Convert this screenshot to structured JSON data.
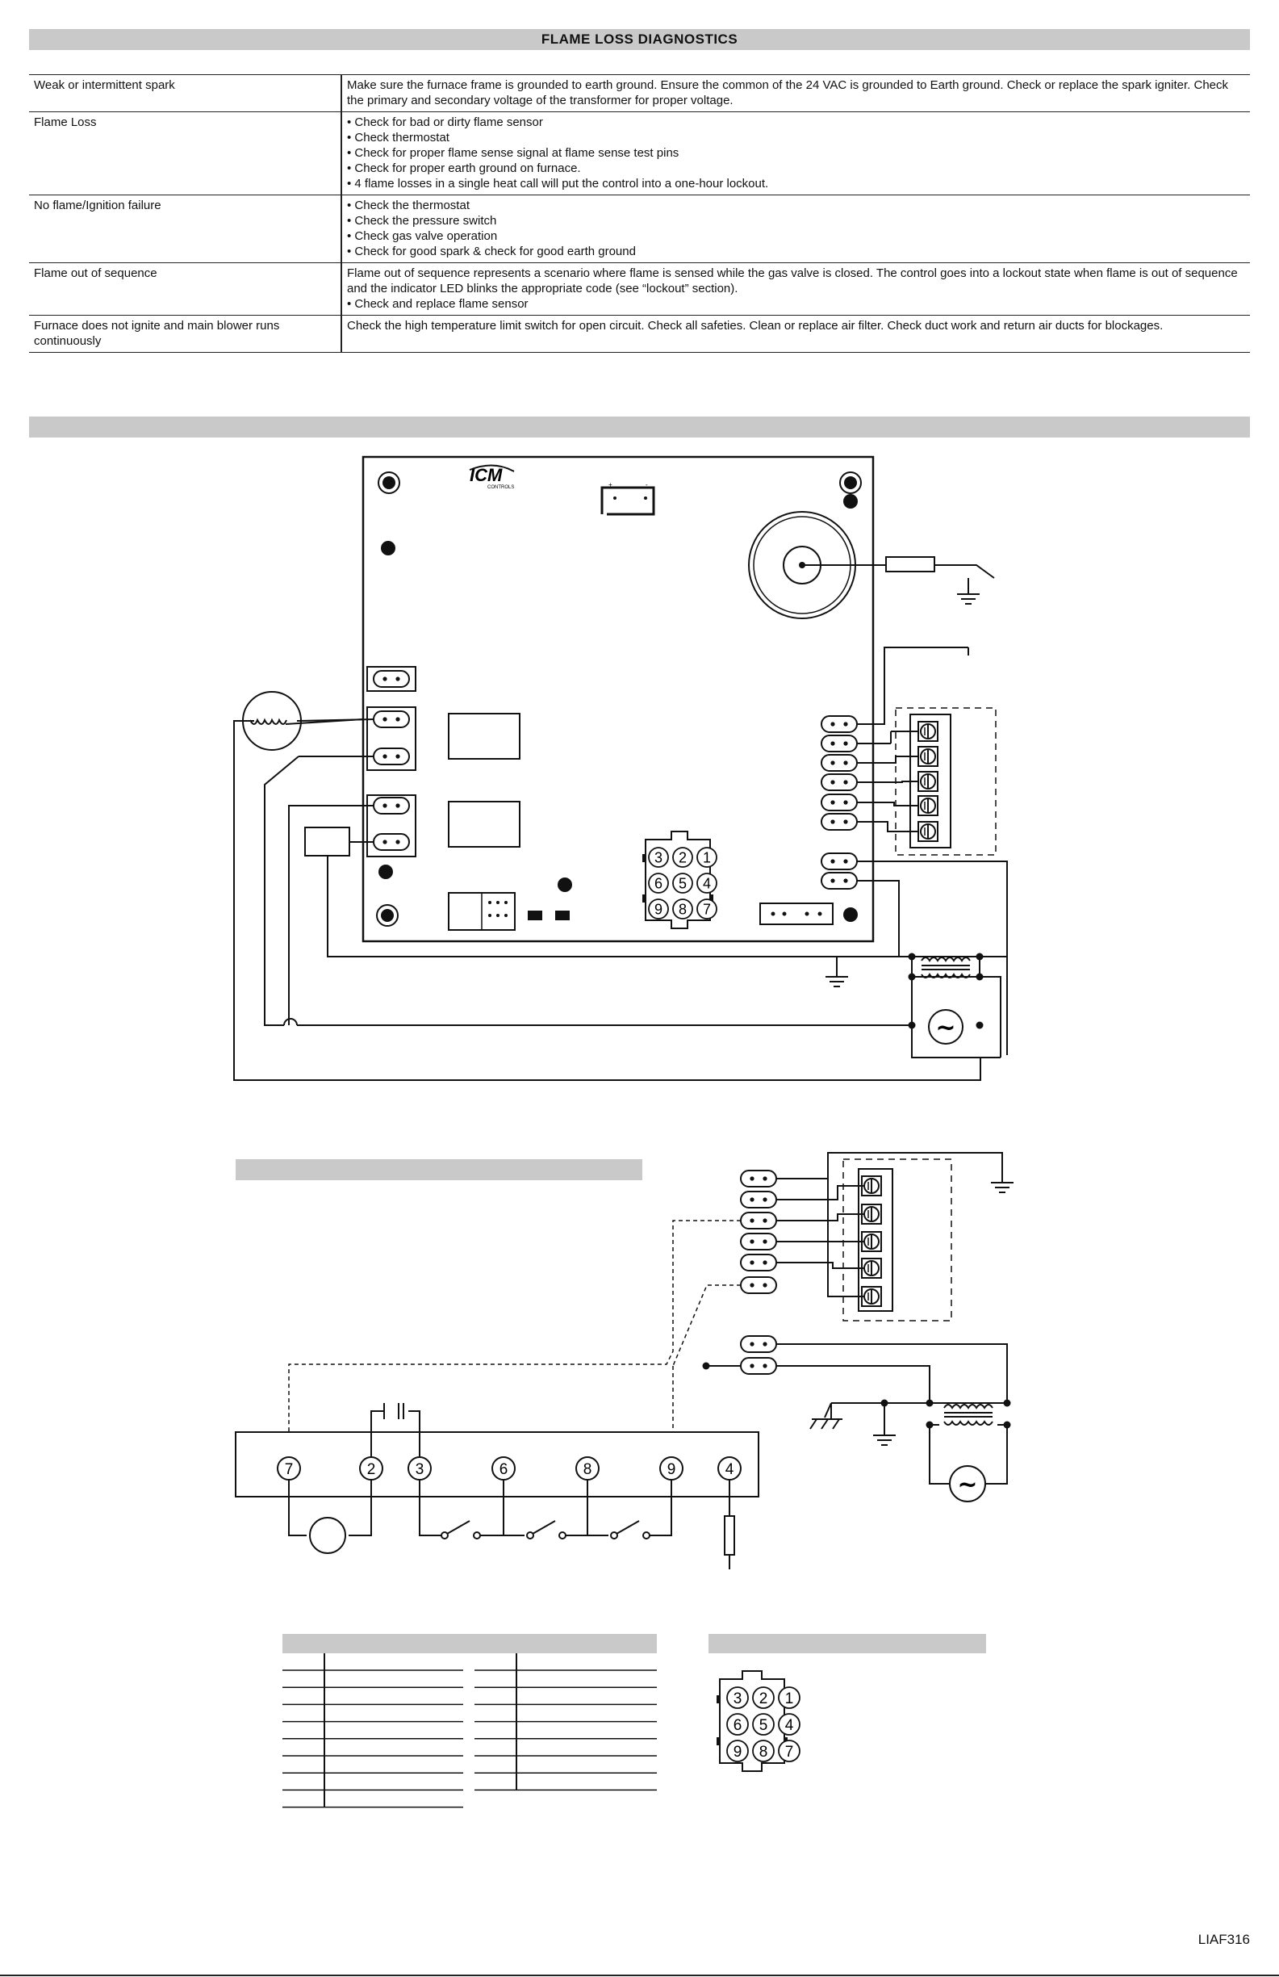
{
  "header": {
    "title": "FLAME LOSS DIAGNOSTICS"
  },
  "diagnostics": [
    {
      "symptom": "Weak or intermittent spark",
      "lines": [
        "Make sure the furnace frame is grounded to earth ground. Ensure the common of the 24 VAC is grounded to Earth ground. Check or replace the spark igniter. Check the primary and secondary voltage of the transformer for proper voltage."
      ]
    },
    {
      "symptom": "Flame Loss",
      "lines": [
        "• Check for bad or dirty flame sensor",
        "• Check thermostat",
        "• Check for proper flame sense signal at flame sense test pins",
        "• Check for proper earth ground on furnace.",
        "• 4 flame losses in a single heat call will put the control into a one-hour lockout."
      ]
    },
    {
      "symptom": "No flame/Ignition failure",
      "lines": [
        "• Check the thermostat",
        "• Check the pressure switch",
        "• Check gas valve operation",
        "• Check for good spark & check for good earth ground"
      ]
    },
    {
      "symptom": "Flame out of sequence",
      "lines": [
        "Flame out of sequence represents a scenario where flame is sensed while the gas valve is closed.  The control goes into a lockout state when flame is out of sequence and the indicator LED blinks the appropriate code (see “lockout” section).",
        "• Check and replace flame sensor"
      ]
    },
    {
      "symptom": "Furnace does not ignite and main blower runs continuously",
      "lines": [
        "Check the high temperature limit switch for open circuit.  Check all safeties. Clean or replace air filter. Check duct work and return air ducts for blockages."
      ]
    }
  ],
  "board": {
    "logo": "ICM",
    "logo_sub": "CONTROLS"
  },
  "connector_pins": [
    "3",
    "2",
    "1",
    "6",
    "5",
    "4",
    "9",
    "8",
    "7"
  ],
  "schematic_terminals": [
    "7",
    "2",
    "3",
    "6",
    "8",
    "9",
    "4"
  ],
  "ac_symbol": "~",
  "footer": {
    "code": "LIAF316"
  }
}
